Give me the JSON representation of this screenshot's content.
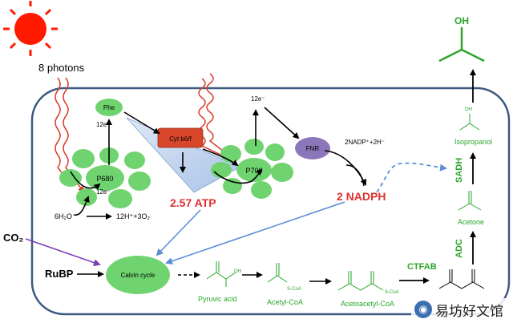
{
  "labels": {
    "photons": "8 photons",
    "phe": "Phe",
    "e12_left": "12e⁻",
    "e12_mid": "12e⁻",
    "e12_top": "12e⁻",
    "p680": "P680",
    "p700": "P700",
    "cyt": "Cyt b6/f",
    "fnr": "FNR",
    "nadp_plus": "2NADP⁺+2H⁻",
    "atp": "2.57 ATP",
    "nadph": "2 NADPH",
    "water": "6H₂O",
    "products": "12H⁺+3O₂",
    "co2": "CO₂",
    "rubp": "RuBP",
    "calvin": "Calvin cycle",
    "pyruvic": "Pyruvic acid",
    "acetyl_coa": "Acetyl-CoA",
    "acetoacetyl_coa": "Acetoacetyl-CoA",
    "ctfab": "CTFAB",
    "acetone": "Acetone",
    "isopropanol": "Isopropanol",
    "adc": "ADC",
    "sadh": "SADH",
    "oh_small": "OH",
    "oh_big": "OH",
    "scoa_1": "S-CoA",
    "scoa_2": "S-CoA",
    "oh_acid": "OH"
  },
  "watermark": {
    "text": "易坊好文馆"
  },
  "colors": {
    "sun": "#ff1a00",
    "cell_border": "#3d5a80",
    "green_blob": "#6fd36f",
    "cyt_box": "#d9472b",
    "fnr": "#8a76b8",
    "red_text": "#e03030",
    "green_text": "#2aa52a",
    "blue_arrow": "#5b8ed6",
    "purple_arrow": "#7b3fb5",
    "wavy": "#d93b2b"
  }
}
